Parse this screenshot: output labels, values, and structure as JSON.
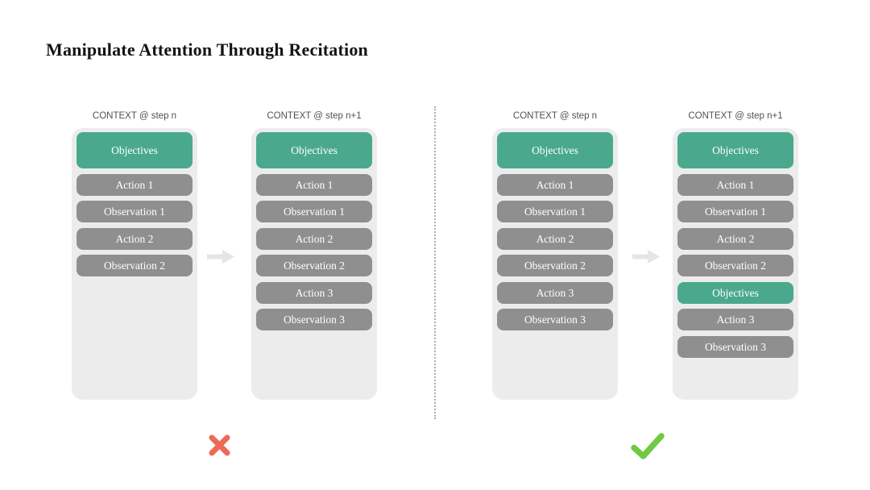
{
  "title": "Manipulate Attention Through Recitation",
  "examples": {
    "bad": {
      "verdict": "rejected",
      "panels": [
        {
          "header": "CONTEXT @ step n",
          "pills": [
            "Objectives",
            "Action 1",
            "Observation 1",
            "Action 2",
            "Observation 2"
          ]
        },
        {
          "header": "CONTEXT @ step n+1",
          "pills": [
            "Objectives",
            "Action 1",
            "Observation 1",
            "Action 2",
            "Observation 2",
            "Action 3",
            "Observation 3"
          ]
        }
      ]
    },
    "good": {
      "verdict": "approved",
      "panels": [
        {
          "header": "CONTEXT @ step n",
          "pills": [
            "Objectives",
            "Action 1",
            "Observation 1",
            "Action 2",
            "Observation 2",
            "Action 3",
            "Observation 3"
          ]
        },
        {
          "header": "CONTEXT @ step n+1",
          "pills": [
            "Objectives",
            "Action 1",
            "Observation 1",
            "Action 2",
            "Observation 2",
            "Objectives",
            "Action 3",
            "Observation 3"
          ]
        }
      ]
    }
  },
  "icons": {
    "between_panels": "arrow-right-icon",
    "bad_verdict": "cross-icon",
    "good_verdict": "check-icon"
  },
  "colors": {
    "objective_green": "#4aa98c",
    "pill_gray": "#8f8f8f",
    "panel_background": "#ececec",
    "pill_text": "#ffffff",
    "header_text": "#515151",
    "title_text": "#141414",
    "arrow_gray": "#e5e5e5",
    "divider_gray": "#adadad",
    "cross_red": "#ed6a57",
    "check_green": "#70c844"
  }
}
